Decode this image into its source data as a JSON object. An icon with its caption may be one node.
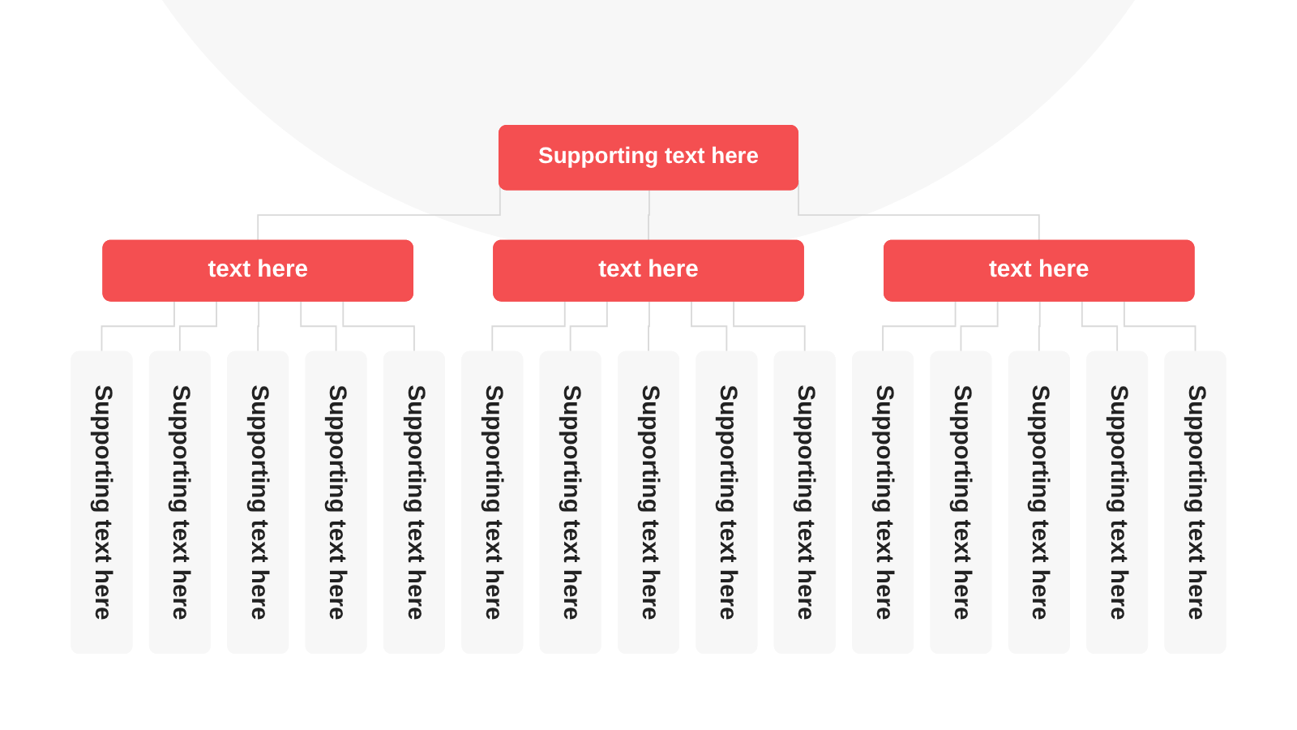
{
  "diagram": {
    "nodes": [
      {
        "text": [
          "Supporting text here"
        ]
      },
      {
        "text": [
          "text here"
        ]
      },
      {
        "text": [
          "text here"
        ]
      },
      {
        "text": [
          "text here"
        ]
      },
      {
        "text": [
          "Supporting text here"
        ]
      },
      {
        "text": [
          "Supporting text here"
        ]
      },
      {
        "text": [
          "Supporting text here"
        ]
      },
      {
        "text": [
          "Supporting text here"
        ]
      },
      {
        "text": [
          "Supporting text here"
        ]
      },
      {
        "text": [
          "Supporting text here"
        ]
      },
      {
        "text": [
          "Supporting text here"
        ]
      },
      {
        "text": [
          "Supporting text here"
        ]
      },
      {
        "text": [
          "Supporting text here"
        ]
      },
      {
        "text": [
          "Supporting text here"
        ]
      },
      {
        "text": [
          "Supporting text here"
        ]
      },
      {
        "text": [
          "Supporting text here"
        ]
      },
      {
        "text": [
          "Supporting text here"
        ]
      },
      {
        "text": [
          "Supporting text here"
        ]
      },
      {
        "text": [
          "Supporting text here"
        ]
      }
    ],
    "edges": [
      {
        "from": 0,
        "to": 1,
        "arrow": "none"
      },
      {
        "from": 0,
        "to": 2,
        "arrow": "none"
      },
      {
        "from": 0,
        "to": 3,
        "arrow": "none"
      },
      {
        "from": 1,
        "to": 4,
        "arrow": "none"
      },
      {
        "from": 1,
        "to": 5,
        "arrow": "none"
      },
      {
        "from": 1,
        "to": 6,
        "arrow": "none"
      },
      {
        "from": 1,
        "to": 7,
        "arrow": "none"
      },
      {
        "from": 1,
        "to": 8,
        "arrow": "none"
      },
      {
        "from": 2,
        "to": 9,
        "arrow": "none"
      },
      {
        "from": 2,
        "to": 10,
        "arrow": "none"
      },
      {
        "from": 2,
        "to": 11,
        "arrow": "none"
      },
      {
        "from": 2,
        "to": 12,
        "arrow": "none"
      },
      {
        "from": 2,
        "to": 13,
        "arrow": "none"
      },
      {
        "from": 3,
        "to": 14,
        "arrow": "none"
      },
      {
        "from": 3,
        "to": 15,
        "arrow": "none"
      },
      {
        "from": 3,
        "to": 16,
        "arrow": "none"
      },
      {
        "from": 3,
        "to": 17,
        "arrow": "none"
      },
      {
        "from": 3,
        "to": 18,
        "arrow": "none"
      }
    ]
  }
}
